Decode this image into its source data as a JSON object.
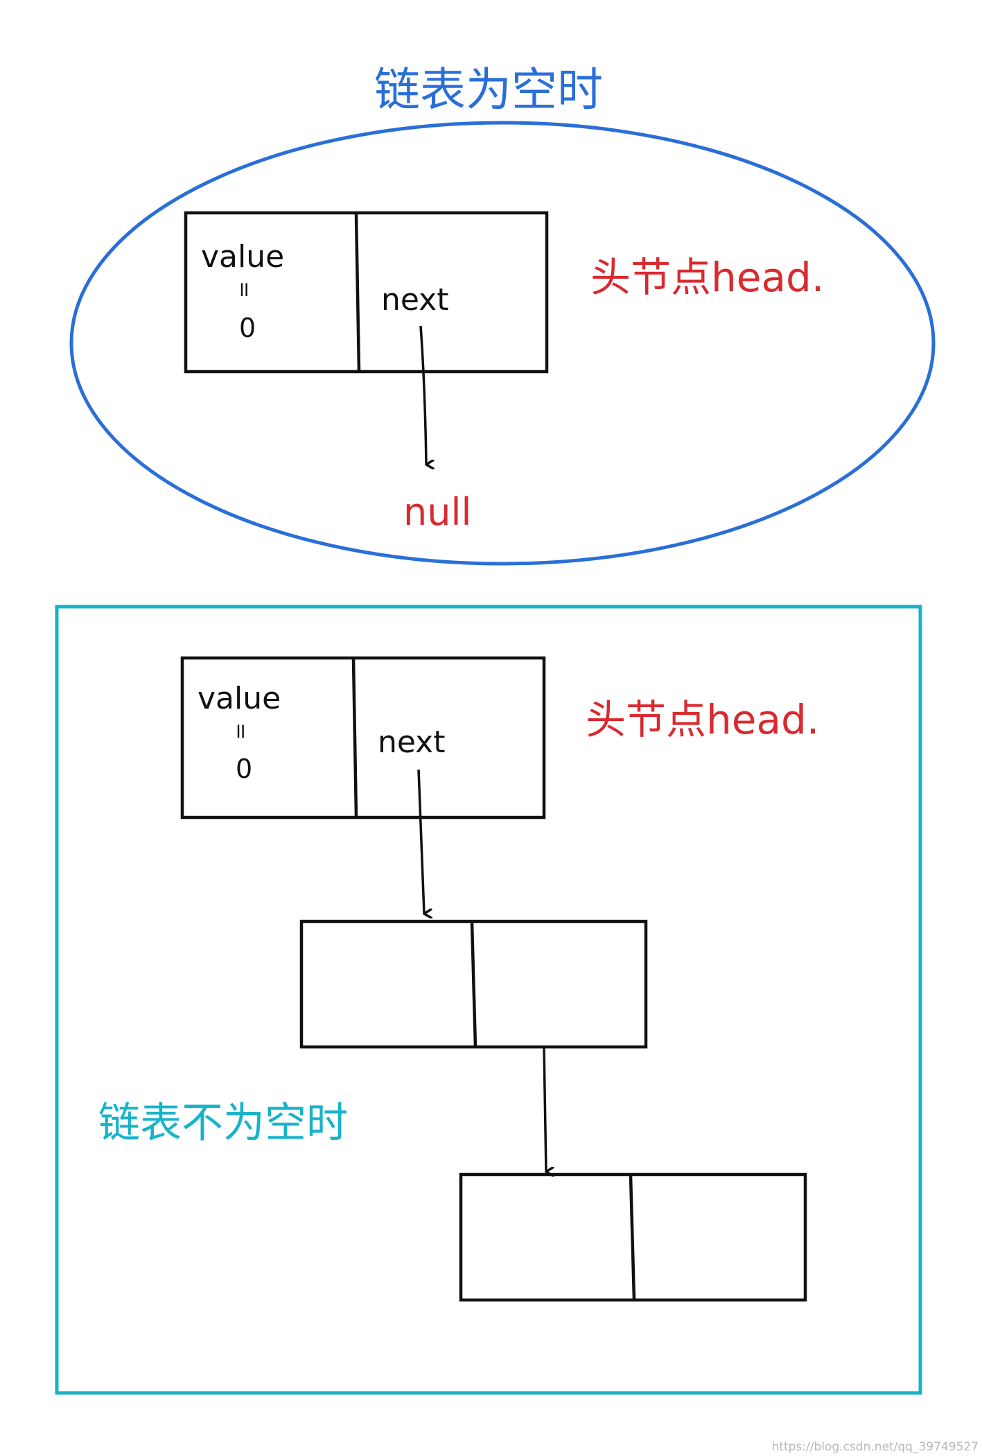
{
  "empty_list": {
    "caption": "链表为空时",
    "head_label": "头节点head.",
    "node": {
      "value_label": "value",
      "equals": "॥",
      "value": "0",
      "next_label": "next"
    },
    "null_label": "null"
  },
  "non_empty_list": {
    "caption": "链表不为空时",
    "head_label": "头节点head.",
    "node": {
      "value_label": "value",
      "equals": "॥",
      "value": "0",
      "next_label": "next"
    }
  },
  "watermark": "https://blog.csdn.net/qq_39749527",
  "colors": {
    "ellipse": "#2a6fd8",
    "frame": "#17b3c9",
    "red_text": "#d82a2f",
    "ink": "#111111"
  }
}
